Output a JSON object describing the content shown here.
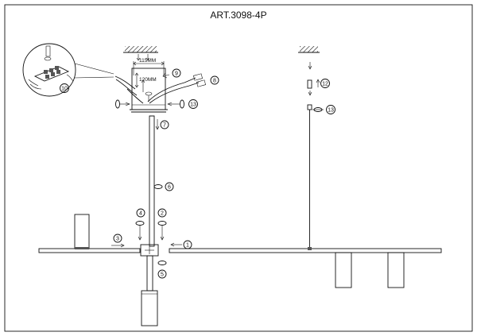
{
  "title": "ART.3098-4P",
  "dimensions": {
    "canopy_width": "115MM",
    "mount_height": "120MM"
  },
  "callouts": [
    "1",
    "2",
    "3",
    "4",
    "5",
    "6",
    "7",
    "8",
    "9",
    "10",
    "12",
    "13",
    "13"
  ]
}
